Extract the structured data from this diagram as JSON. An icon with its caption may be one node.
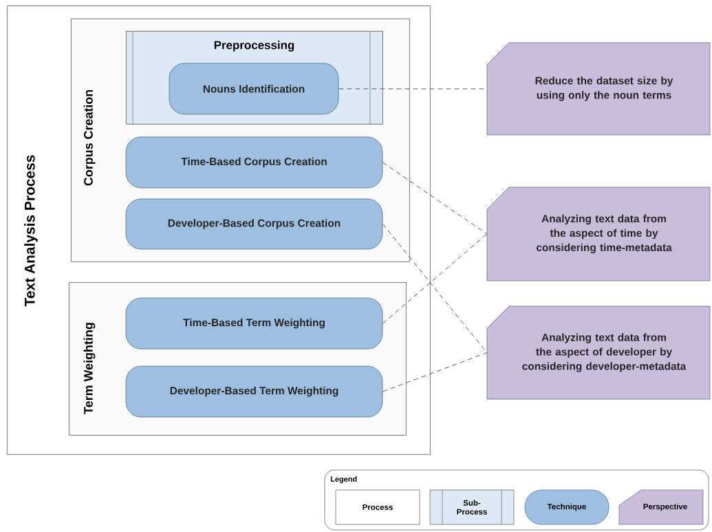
{
  "diagram": {
    "nodes": [
      {
        "text": [
          "Text Analysis Process"
        ]
      },
      {
        "text": [
          "Corpus Creation"
        ],
        "in": 0
      },
      {
        "text": [
          "Preprocessing"
        ],
        "in": 1
      },
      {
        "text": [
          "Nouns Identification"
        ],
        "in": 2
      },
      {
        "text": [
          "Time-Based Corpus Creation"
        ],
        "in": 1
      },
      {
        "text": [
          "Developer-Based Corpus Creation"
        ],
        "in": 1
      },
      {
        "text": [
          "Term Weighting"
        ],
        "in": 0
      },
      {
        "text": [
          "Time-Based Term Weighting"
        ],
        "in": 6
      },
      {
        "text": [
          "Developer-Based Term Weighting"
        ],
        "in": 6
      },
      {
        "text": [
          "Reduce the dataset size by using only the noun terms"
        ]
      },
      {
        "text": [
          "Analyzing text data from the aspect of time by considering time-metadata"
        ]
      },
      {
        "text": [
          "Analyzing text data from the aspect of developer by considering developer-metadata"
        ]
      }
    ],
    "edges": [
      {
        "from": 3,
        "to": 9,
        "arrow": "none",
        "style": "dashed"
      },
      {
        "from": 4,
        "to": 10,
        "arrow": "none",
        "style": "dashed"
      },
      {
        "from": 5,
        "to": 11,
        "arrow": "none",
        "style": "dashed"
      },
      {
        "from": 7,
        "to": 10,
        "arrow": "none",
        "style": "dashed"
      },
      {
        "from": 8,
        "to": 11,
        "arrow": "none",
        "style": "dashed"
      }
    ],
    "labels": [
      "Legend"
    ],
    "legend": [
      {
        "text": "Process"
      },
      {
        "text": "Sub-Process"
      },
      {
        "text": "Technique"
      },
      {
        "text": "Perspective"
      }
    ]
  }
}
